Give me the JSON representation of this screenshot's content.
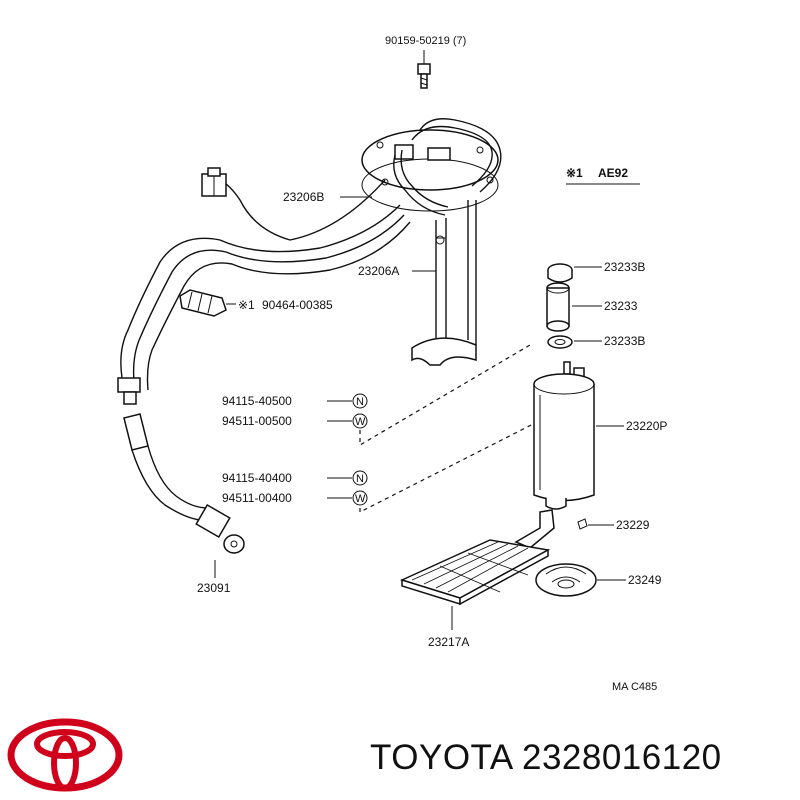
{
  "labels": {
    "bolt": "90159-50219 (7)",
    "tube_b": "23206B",
    "tube_a": "23206A",
    "clip": "90464-00385",
    "clip_mark": "※1",
    "note_mark": "※1",
    "note_model": "AE92",
    "nut1": "94115-40500",
    "washer1": "94511-00500",
    "nut2": "94115-40400",
    "washer2": "94511-00400",
    "cushion_top": "23233B",
    "cushion": "23233",
    "cushion_bottom": "23233B",
    "pump": "23220P",
    "clamp": "23229",
    "retainer": "23249",
    "filter": "23217A",
    "hose": "23091",
    "footer_code": "MA  C485",
    "n_symbol": "N",
    "w_symbol": "W"
  },
  "caption": {
    "brand": "TOYOTA",
    "part_number": "2328016120"
  },
  "brand_color": "#d0021b"
}
